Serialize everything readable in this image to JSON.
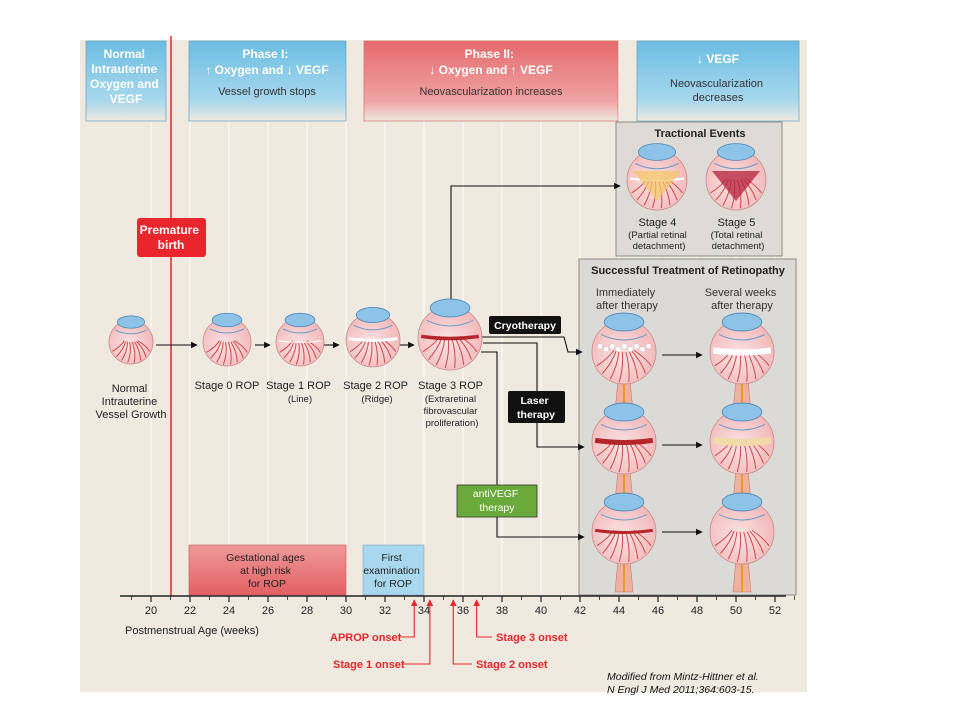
{
  "phases": [
    {
      "title_lines": [
        "Normal",
        "Intrauterine",
        "Oxygen and",
        "VEGF"
      ],
      "subtitle": "",
      "color": "#7fc4e3"
    },
    {
      "title_lines": [
        "Phase I:",
        "↑ Oxygen and ↓ VEGF"
      ],
      "subtitle": "Vessel growth stops",
      "color": "#7fc4e3"
    },
    {
      "title_lines": [
        "Phase II:",
        "↓ Oxygen and ↑ VEGF"
      ],
      "subtitle": "Neovascularization increases",
      "color": "#e8787a"
    },
    {
      "title_lines": [
        "↓ VEGF"
      ],
      "subtitle_lines": [
        "Neovascularization",
        "decreases"
      ],
      "color": "#7fc4e3"
    }
  ],
  "premature_birth": {
    "lines": [
      "Premature",
      "birth"
    ],
    "color": "#e8262b"
  },
  "stages": [
    {
      "lines": [
        "Normal",
        "Intrauterine",
        "Vessel Growth"
      ]
    },
    {
      "lines": [
        "Stage 0 ROP"
      ]
    },
    {
      "lines": [
        "Stage 1 ROP",
        "(Line)"
      ]
    },
    {
      "lines": [
        "Stage 2 ROP",
        "(Ridge)"
      ]
    },
    {
      "lines": [
        "Stage 3 ROP",
        "(Extraretinal",
        "fibrovascular",
        "proliferation)"
      ]
    }
  ],
  "tractional": {
    "title": "Tractional Events",
    "stage4_lines": [
      "Stage 4",
      "(Partial retinal",
      "detachment)"
    ],
    "stage5_lines": [
      "Stage 5",
      "(Total retinal",
      "detachment)"
    ]
  },
  "treatment": {
    "title": "Successful Treatment of Retinopathy",
    "col1_lines": [
      "Immediately",
      "after therapy"
    ],
    "col2_lines": [
      "Several weeks",
      "after therapy"
    ]
  },
  "therapies": {
    "cryo": "Cryotherapy",
    "laser_lines": [
      "Laser",
      "therapy"
    ],
    "antivegf_lines": [
      "antiVEGF",
      "therapy"
    ]
  },
  "bottom_boxes": {
    "high_risk_lines": [
      "Gestational ages",
      "at high risk",
      "for ROP"
    ],
    "first_exam_lines": [
      "First",
      "examination",
      "for ROP"
    ]
  },
  "axis": {
    "label": "Postmenstrual Age (weeks)",
    "ticks": [
      20,
      22,
      24,
      26,
      28,
      30,
      32,
      34,
      36,
      38,
      40,
      42,
      44,
      46,
      48,
      50,
      52
    ]
  },
  "onsets": [
    {
      "label": "APROP onset",
      "week": 33.5
    },
    {
      "label": "Stage 1 onset",
      "week": 34.3
    },
    {
      "label": "Stage 2 onset",
      "week": 35.5
    },
    {
      "label": "Stage 3 onset",
      "week": 36.7
    }
  ],
  "citation_lines": [
    "Modified from Mintz-Hittner et al.",
    "N Engl J Med 2011;364:603-15."
  ],
  "colors": {
    "panel_bg": "#efe9e0",
    "treatment_bg": "#dcdad6",
    "red_line": "#e8262b",
    "antivegf": "#6aaa3a"
  }
}
